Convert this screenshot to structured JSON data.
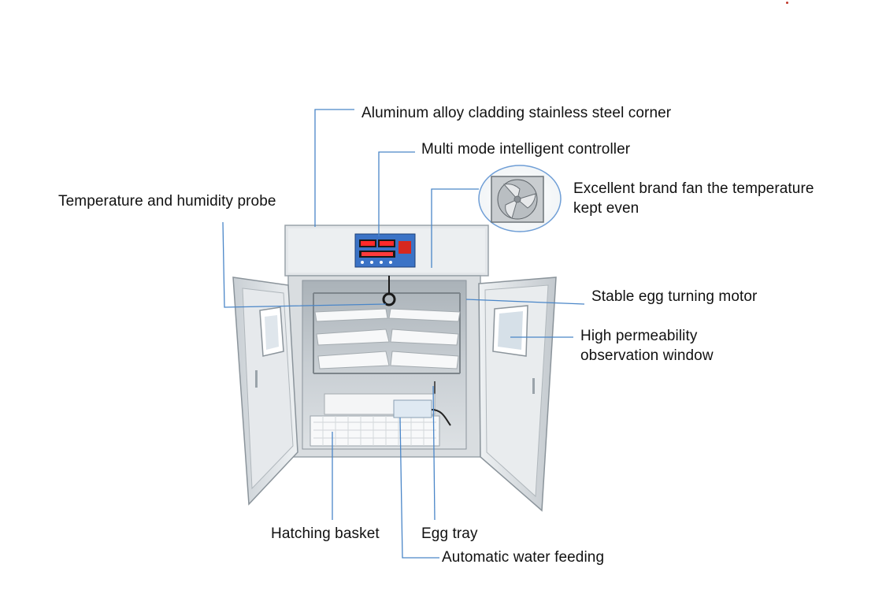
{
  "callouts": {
    "cladding": "Aluminum alloy cladding stainless steel corner",
    "controller": "Multi mode intelligent controller",
    "probe": "Temperature and humidity probe",
    "fan_line1": "Excellent brand fan the temperature",
    "fan_line2": "kept even",
    "motor": "Stable egg turning motor",
    "window_line1": "High permeability",
    "window_line2": "observation window",
    "basket": "Hatching basket",
    "tray": "Egg tray",
    "water": "Automatic water feeding"
  },
  "colors": {
    "leader_line": "#4a86c8",
    "cabinet": "#dfe3e6",
    "cabinet_edge": "#9aa3aa",
    "controller_panel": "#3b73c6",
    "display_digits": "#ff2a2a"
  }
}
